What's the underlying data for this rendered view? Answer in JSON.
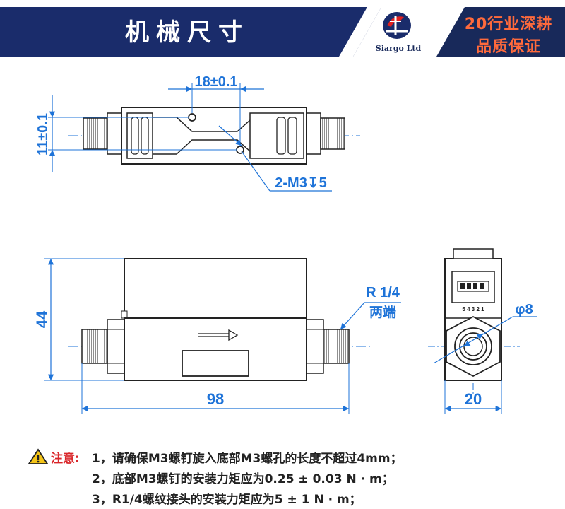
{
  "header": {
    "title": "机械尺寸",
    "brand_name": "Siargo Ltd",
    "slogan_line1": "20行业深耕",
    "slogan_line2": "品质保证",
    "colors": {
      "banner": "#1a2c6b",
      "slogan_bg": "#18295a",
      "slogan_text": "#ff6a3c",
      "dimension": "#1e73d8"
    }
  },
  "top_view": {
    "dim_width": "18±0.1",
    "dim_height": "11±0.1",
    "hole_callout": "2-M3↧5"
  },
  "side_view": {
    "dim_height": "44",
    "dim_length": "98",
    "thread_label": "R 1/4",
    "thread_note": "两端"
  },
  "end_view": {
    "dim_width": "20",
    "dim_bore": "φ8",
    "pin_numbers": "5 4 3 2 1"
  },
  "notes": {
    "label": "注意:",
    "line1": "1，请确保M3螺钉旋入底部M3螺孔的长度不超过4mm；",
    "line2": "2，底部M3螺钉的安装力矩应为0.25 ± 0.03 N · m；",
    "line3": "3，R1/4螺纹接头的安装力矩应为5 ± 1 N · m；"
  }
}
